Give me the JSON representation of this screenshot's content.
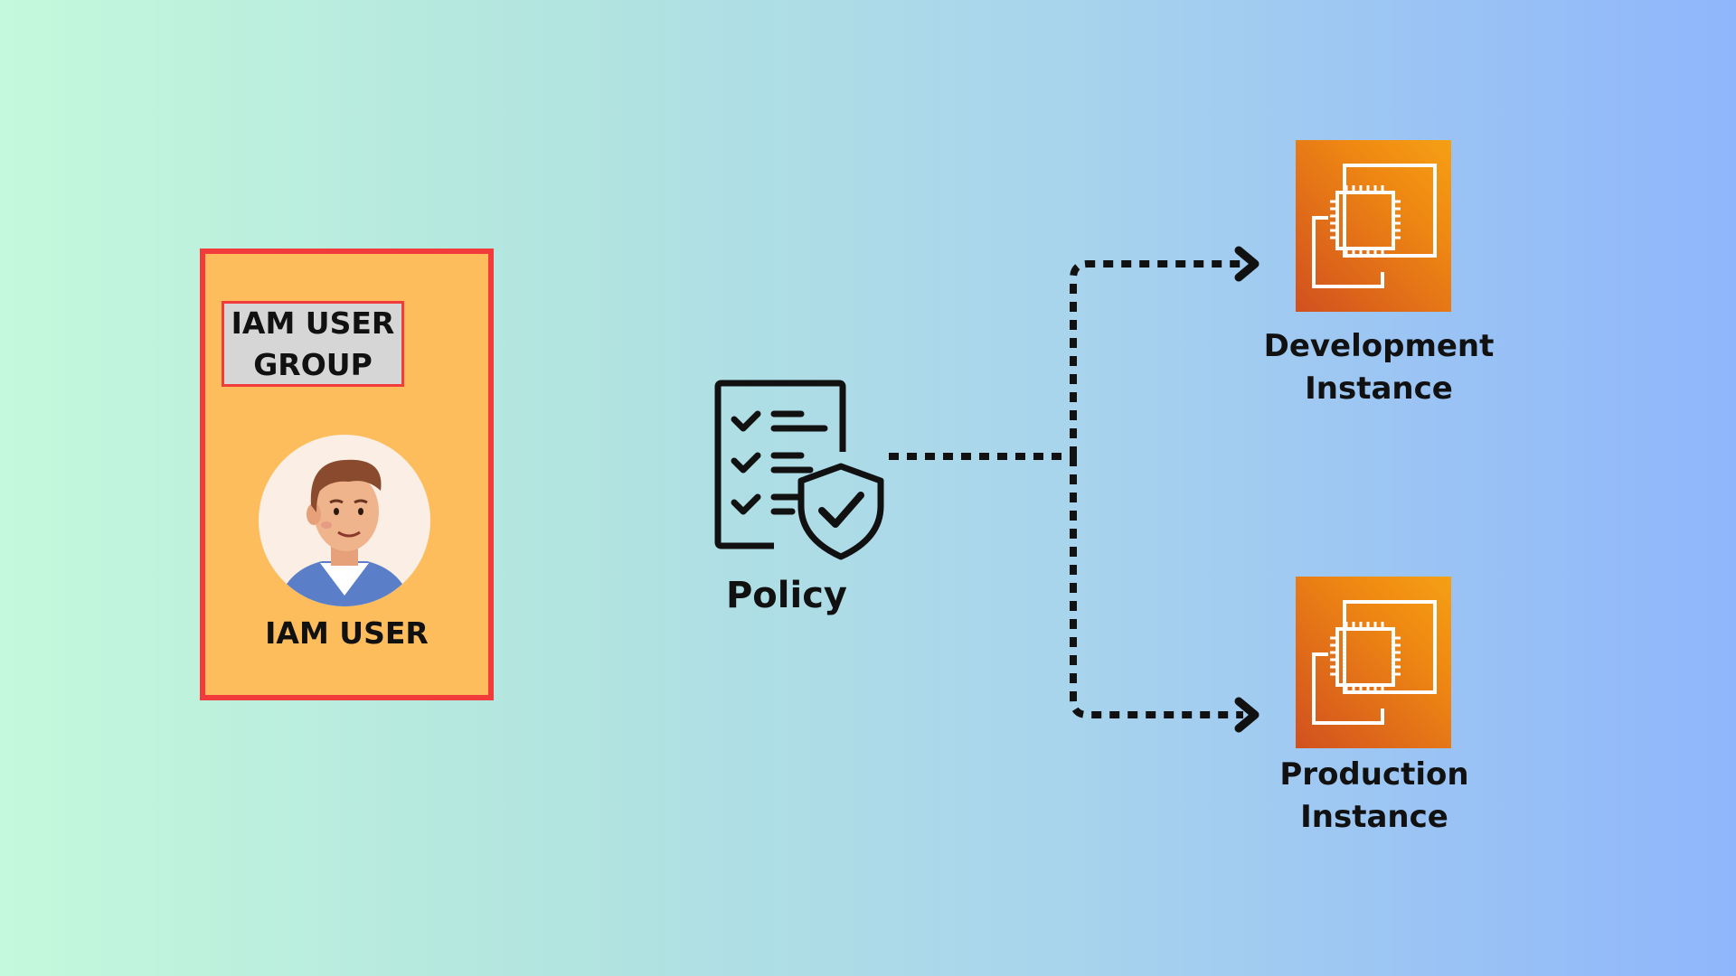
{
  "user_group": {
    "group_label": "IAM USER\nGROUP",
    "user_label": "IAM USER",
    "avatar_icon": "user-avatar-icon"
  },
  "policy": {
    "label": "Policy",
    "icon": "policy-checklist-shield-icon"
  },
  "instances": [
    {
      "label": "Development\nInstance",
      "icon": "ec2-instance-icon"
    },
    {
      "label": "Production\nInstance",
      "icon": "ec2-instance-icon"
    }
  ],
  "colors": {
    "group_fill": "#fdbd5c",
    "group_border": "#f23b3b",
    "group_label_fill": "#d6d6d6",
    "instance_orange": "#f08a12",
    "connector": "#111111"
  }
}
